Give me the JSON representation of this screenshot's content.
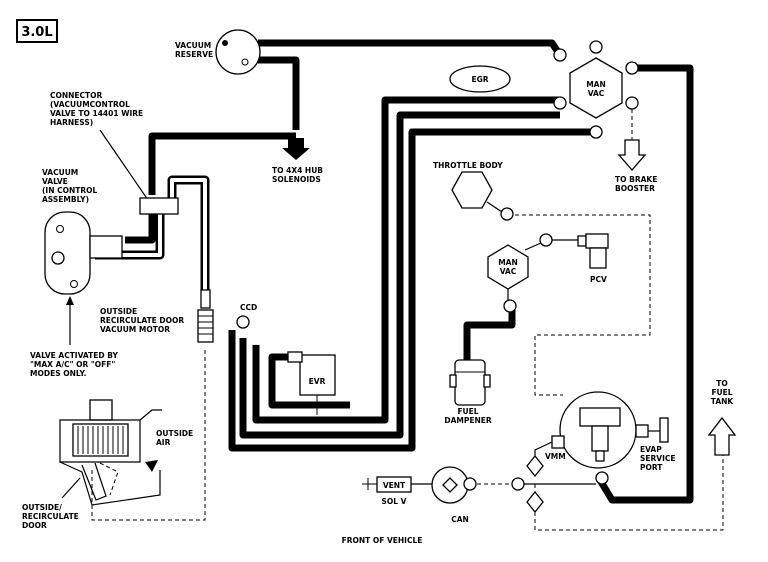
{
  "engine_badge": "3.0L",
  "labels": {
    "vacuum_reserve": [
      "VACUUM",
      "RESERVE"
    ],
    "egr": "EGR",
    "man_vac_top": [
      "MAN",
      "VAC"
    ],
    "to_brake_booster": [
      "TO BRAKE",
      "BOOSTER"
    ],
    "connector": [
      "CONNECTOR",
      "(VACUUMCONTROL",
      "VALVE TO 14401 WIRE",
      "HARNESS)"
    ],
    "to_4x4": [
      "TO 4X4 HUB",
      "SOLENOIDS"
    ],
    "vacuum_valve": [
      "VACUUM",
      "VALVE",
      "(IN CONTROL",
      "ASSEMBLY)"
    ],
    "throttle_body": "THROTTLE BODY",
    "man_vac_mid": [
      "MAN",
      "VAC"
    ],
    "pcv": "PCV",
    "outside_recirc_motor": [
      "OUTSIDE",
      "RECIRCULATE DOOR",
      "VACUUM MOTOR"
    ],
    "ccd": "CCD",
    "valve_activated": [
      "VALVE ACTIVATED BY",
      "\"MAX A/C\" OR \"OFF\"",
      "MODES ONLY."
    ],
    "evr": "EVR",
    "fuel_dampener": [
      "FUEL",
      "DAMPENER"
    ],
    "to_fuel_tank": [
      "TO",
      "FUEL",
      "TANK"
    ],
    "outside_air": [
      "OUTSIDE",
      "AIR"
    ],
    "vmm": "VMM",
    "evap_service_port": [
      "EVAP",
      "SERVICE",
      "PORT"
    ],
    "outside_recirc_door": [
      "OUTSIDE/",
      "RECIRCULATE",
      "DOOR"
    ],
    "vent_sol_v": [
      "VENT",
      "SOL V"
    ],
    "can": "CAN",
    "front_of_vehicle": "FRONT OF VEHICLE"
  }
}
